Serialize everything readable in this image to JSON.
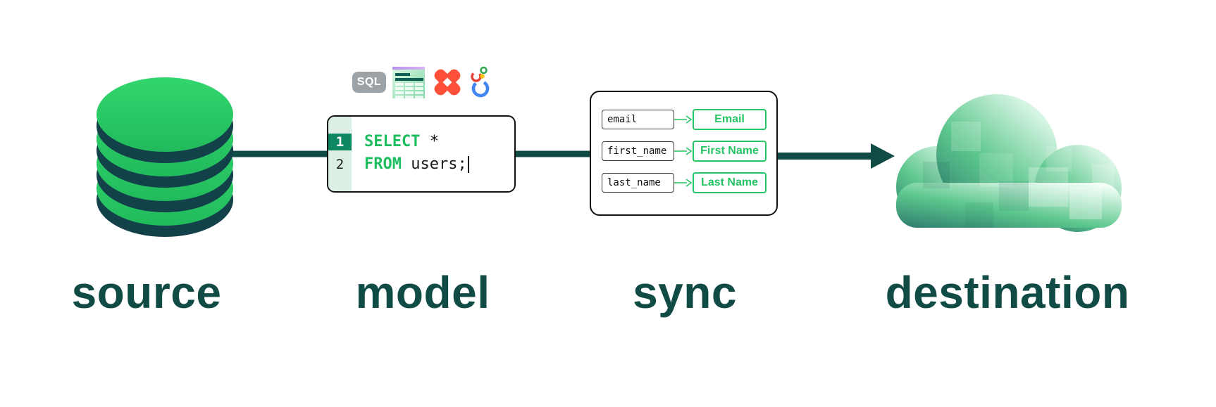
{
  "stages": {
    "source": {
      "label": "source"
    },
    "model": {
      "label": "model",
      "sql_badge": "SQL",
      "toolbar_icons": [
        "sql-badge",
        "spreadsheet-icon",
        "dbt-icon",
        "looker-icon"
      ],
      "code": {
        "lines": [
          {
            "number": "1",
            "keyword": "SELECT",
            "rest": " *"
          },
          {
            "number": "2",
            "keyword": "FROM",
            "rest": " users;"
          }
        ]
      }
    },
    "sync": {
      "label": "sync",
      "mappings": [
        {
          "source": "email",
          "target": "Email"
        },
        {
          "source": "first_name",
          "target": "First Name"
        },
        {
          "source": "last_name",
          "target": "Last Name"
        }
      ]
    },
    "destination": {
      "label": "destination"
    }
  },
  "colors": {
    "accent_green": "#25C464",
    "dark_teal": "#114B46",
    "code_keyword_green": "#1DBE5F",
    "gutter_bg": "#DCEFE4",
    "gutter_active_bg": "#0E8763",
    "badge_gray": "#9DA2A6",
    "cylinder_green": "#2BCB63",
    "cylinder_rim_teal": "#13414A",
    "sheet_purple": "#C49BF2",
    "dbt_orange": "#FF5139",
    "looker_blue": "#4285F4",
    "looker_red": "#EA4335",
    "looker_yellow": "#FBBC05",
    "looker_green": "#34A853",
    "cloud_gradient_dark": "#2E7A6E",
    "cloud_gradient_light": "#F2FFF7"
  }
}
